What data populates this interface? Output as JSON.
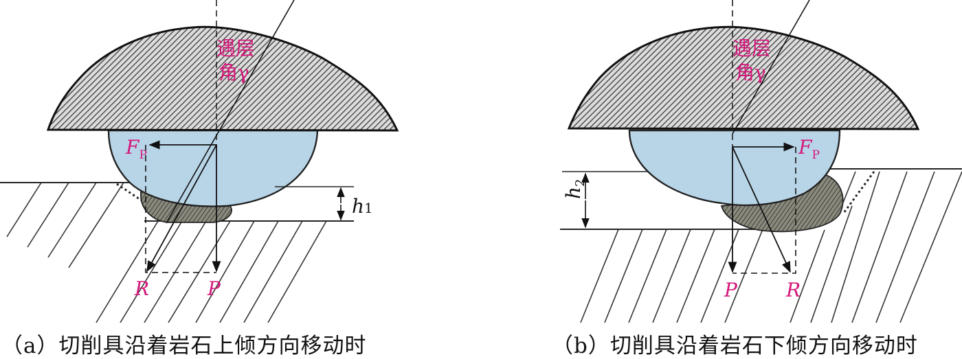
{
  "panel_a": {
    "angle_label_line1": "遇层",
    "angle_label_line2": "角γ",
    "force_fp_main": "F",
    "force_fp_sub": "P",
    "force_r": "R",
    "force_p": "P",
    "height_main": "h",
    "height_sub": "1",
    "caption": "（a）切削具沿着岩石上倾方向移动时"
  },
  "panel_b": {
    "angle_label_line1": "遇层",
    "angle_label_line2": "角γ",
    "force_fp_main": "F",
    "force_fp_sub": "P",
    "force_r": "R",
    "force_p": "P",
    "height_main": "h",
    "height_sub": "2",
    "caption": "（b）切削具沿着岩石下倾方向移动时"
  },
  "colors": {
    "accent_label": "#d4177a",
    "cutter_fill": "#b8d5e8",
    "cap_hatch": "#4a4a4a",
    "chip_fill": "#6e6e62"
  }
}
